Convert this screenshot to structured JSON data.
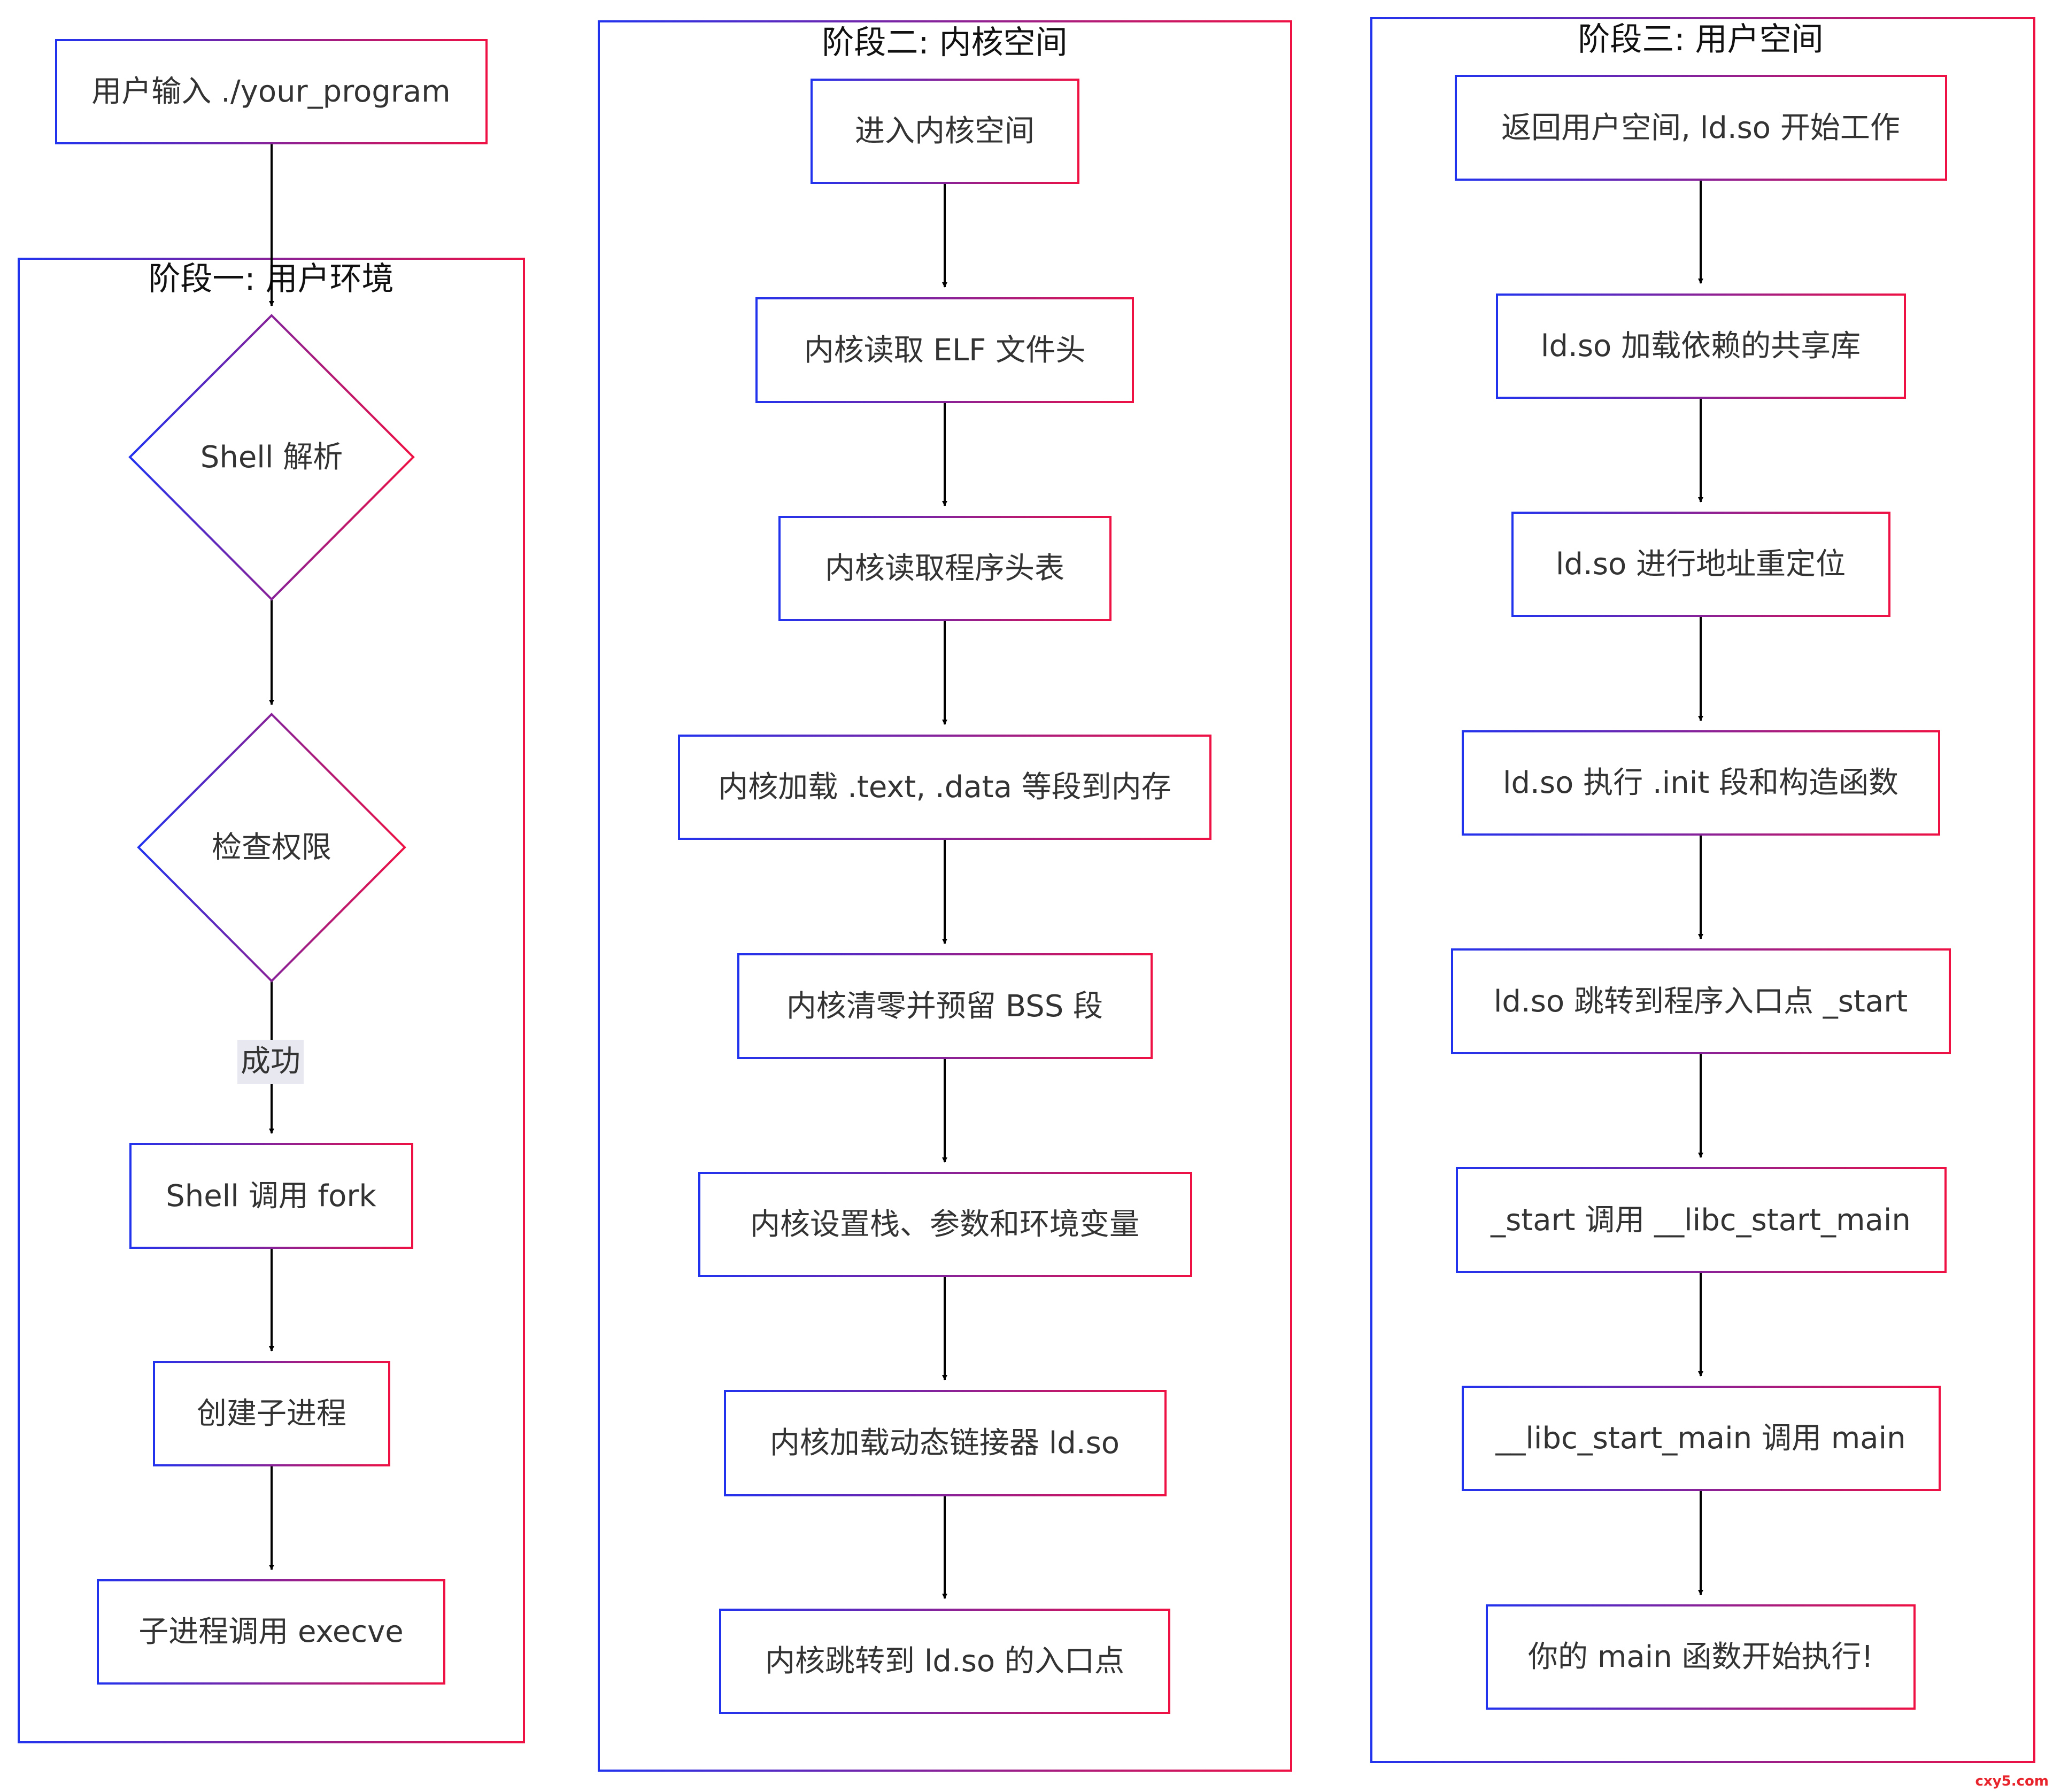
{
  "start_node": "用户输入 ./your_program",
  "stages": [
    {
      "title": "阶段一: 用户环境",
      "nodes": [
        "Shell 解析",
        "检查权限",
        "Shell 调用 fork",
        "创建子进程",
        "子进程调用 execve"
      ],
      "edge_labels": [
        "",
        "成功",
        "",
        ""
      ]
    },
    {
      "title": "阶段二: 内核空间",
      "nodes": [
        "进入内核空间",
        "内核读取 ELF 文件头",
        "内核读取程序头表",
        "内核加载 .text, .data 等段到内存",
        "内核清零并预留 BSS 段",
        "内核设置栈、参数和环境变量",
        "内核加载动态链接器 ld.so",
        "内核跳转到 ld.so 的入口点"
      ]
    },
    {
      "title": "阶段三: 用户空间",
      "nodes": [
        "返回用户空间, ld.so 开始工作",
        "ld.so 加载依赖的共享库",
        "ld.so 进行地址重定位",
        "ld.so 执行 .init 段和构造函数",
        "ld.so 跳转到程序入口点 _start",
        "_start 调用 __libc_start_main",
        "__libc_start_main 调用 main",
        "你的 main 函数开始执行!"
      ]
    }
  ],
  "colors": {
    "gradient_start": "#2233ee",
    "gradient_end": "#ee1144",
    "arrow": "#000000",
    "edge_label_bg": "#e8e8f0"
  },
  "watermark": "cxy5.com"
}
